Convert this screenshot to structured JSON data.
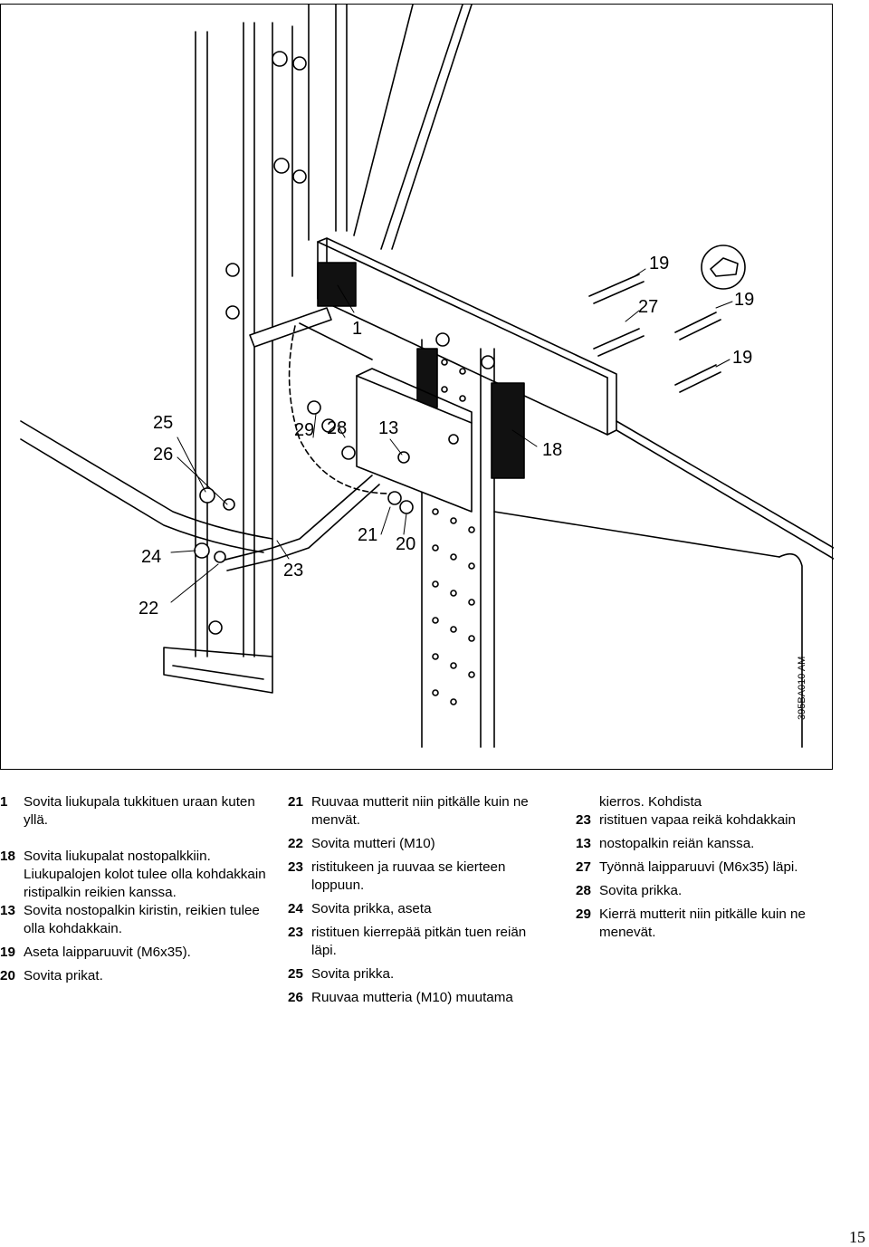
{
  "figure": {
    "code": "395BA010 AM",
    "callouts": [
      "1",
      "18",
      "19",
      "19",
      "19",
      "27",
      "13",
      "28",
      "29",
      "25",
      "26",
      "24",
      "22",
      "23",
      "21",
      "20"
    ]
  },
  "instructions": {
    "col1": [
      {
        "num": "1",
        "text": "Sovita liukupala tukkituen uraan kuten yllä."
      },
      {
        "num": "18",
        "text": "Sovita liukupalat nostopalkkiin. Liukupalojen kolot tulee olla kohdakkain ristipalkin reikien kanssa."
      },
      {
        "num": "13",
        "text": "Sovita nostopalkin kiristin, reikien tulee olla kohdakkain."
      },
      {
        "num": "19",
        "text": "Aseta laipparuuvit (M6x35)."
      },
      {
        "num": "20",
        "text": "Sovita prikat."
      }
    ],
    "col2": [
      {
        "num": "21",
        "text": "Ruuvaa mutterit niin pitkälle kuin ne menvät."
      },
      {
        "num": "22",
        "text": "Sovita mutteri (M10)"
      },
      {
        "num": "23",
        "text": "ristitukeen ja ruuvaa se kierteen loppuun."
      },
      {
        "num": "24",
        "text": "Sovita prikka, aseta"
      },
      {
        "num": "23",
        "text": "ristituen kierrepää pitkän tuen reiän läpi."
      },
      {
        "num": "25",
        "text": "Sovita prikka."
      },
      {
        "num": "26",
        "text": "Ruuvaa mutteria (M10) muutama"
      }
    ],
    "col3_continuation": "kierros. Kohdista",
    "col3": [
      {
        "num": "23",
        "text": "ristituen vapaa reikä kohdakkain"
      },
      {
        "num": "13",
        "text": "nostopalkin reiän kanssa."
      },
      {
        "num": "27",
        "text": "Työnnä laipparuuvi (M6x35) läpi."
      },
      {
        "num": "28",
        "text": "Sovita prikka."
      },
      {
        "num": "29",
        "text": "Kierrä mutterit niin pitkälle kuin ne menevät."
      }
    ]
  },
  "page_number": "15"
}
